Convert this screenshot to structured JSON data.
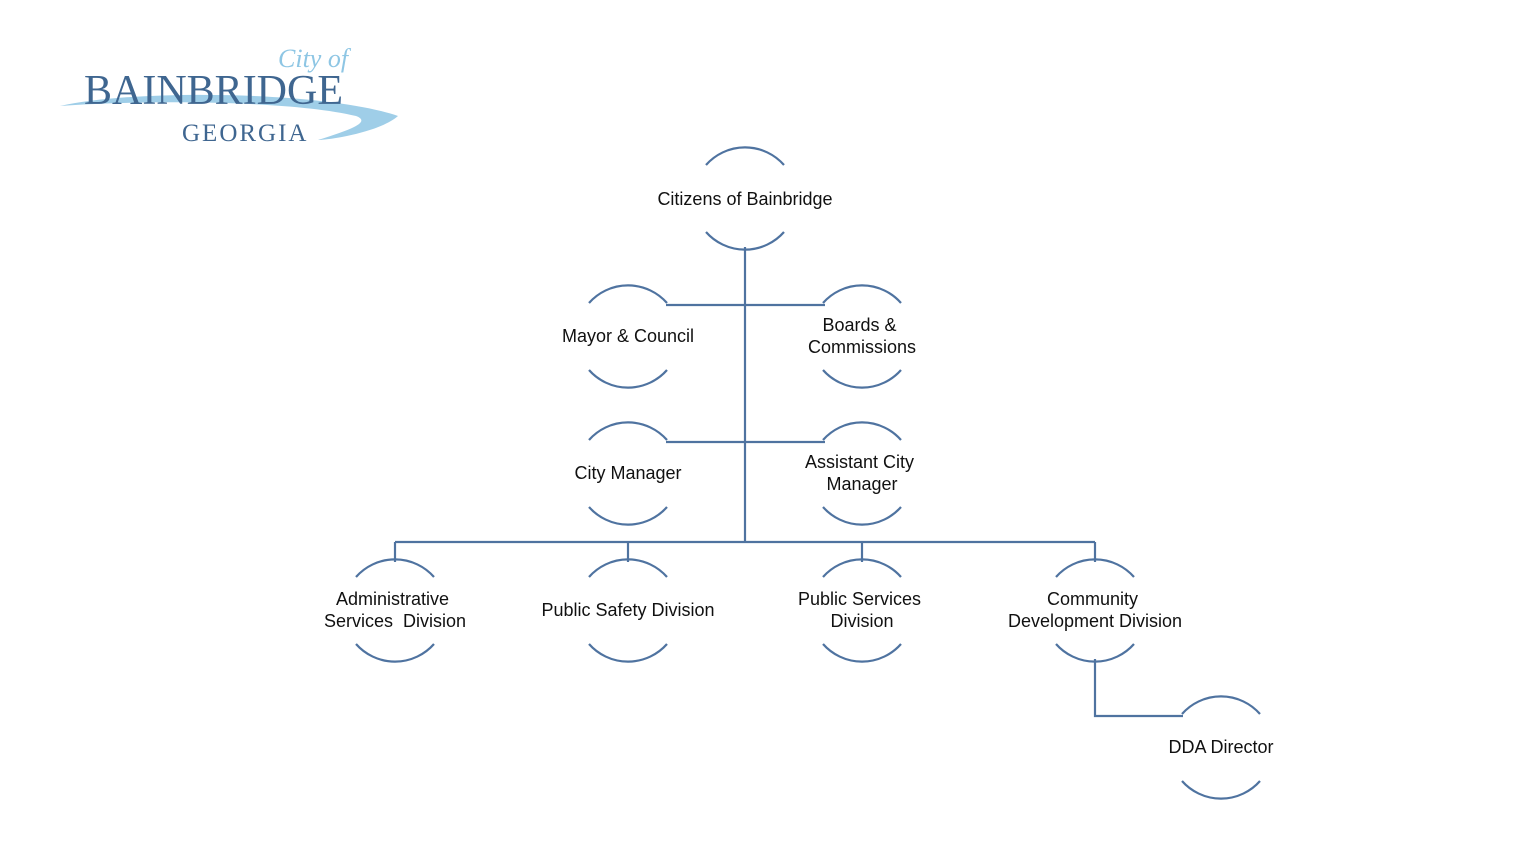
{
  "logo": {
    "city_of": "City of",
    "name": "BAINBRIDGE",
    "state": "GEORGIA"
  },
  "colors": {
    "connector": "#4f73a0",
    "logo_primary": "#3f6690",
    "logo_accent": "#8ec6e4",
    "text": "#111111"
  },
  "org_chart": {
    "citizens": {
      "lines": [
        "Citizens of Bainbridge"
      ]
    },
    "mayor_council": {
      "lines": [
        "Mayor & Council"
      ]
    },
    "boards_commissions": {
      "lines": [
        "Boards &",
        "Commissions"
      ]
    },
    "city_manager": {
      "lines": [
        "City Manager"
      ]
    },
    "assistant_city_manager": {
      "lines": [
        "Assistant City",
        "Manager"
      ]
    },
    "administrative_services": {
      "lines": [
        "Administrative",
        "Services  Division"
      ]
    },
    "public_safety": {
      "lines": [
        "Public Safety Division"
      ]
    },
    "public_services": {
      "lines": [
        "Public Services",
        "Division"
      ]
    },
    "community_development": {
      "lines": [
        "Community",
        "Development Division"
      ]
    },
    "dda_director": {
      "lines": [
        "DDA Director"
      ]
    }
  }
}
